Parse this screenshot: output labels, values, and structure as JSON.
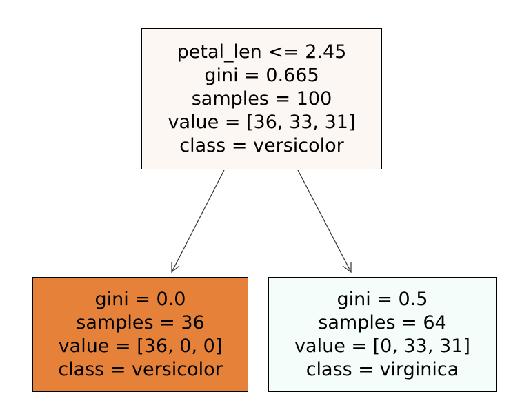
{
  "colors": {
    "root_fill": "#fdf7f3",
    "left_fill": "#e58139",
    "right_fill": "#f4fdf9",
    "border": "#000000",
    "edge": "#333333"
  },
  "tree": {
    "root": {
      "lines": [
        "petal_len <= 2.45",
        "gini = 0.665",
        "samples = 100",
        "value = [36, 33, 31]",
        "class = versicolor"
      ]
    },
    "left": {
      "lines": [
        "gini = 0.0",
        "samples = 36",
        "value = [36, 0, 0]",
        "class = versicolor"
      ]
    },
    "right": {
      "lines": [
        "gini = 0.5",
        "samples = 64",
        "value = [0, 33, 31]",
        "class = virginica"
      ]
    }
  }
}
